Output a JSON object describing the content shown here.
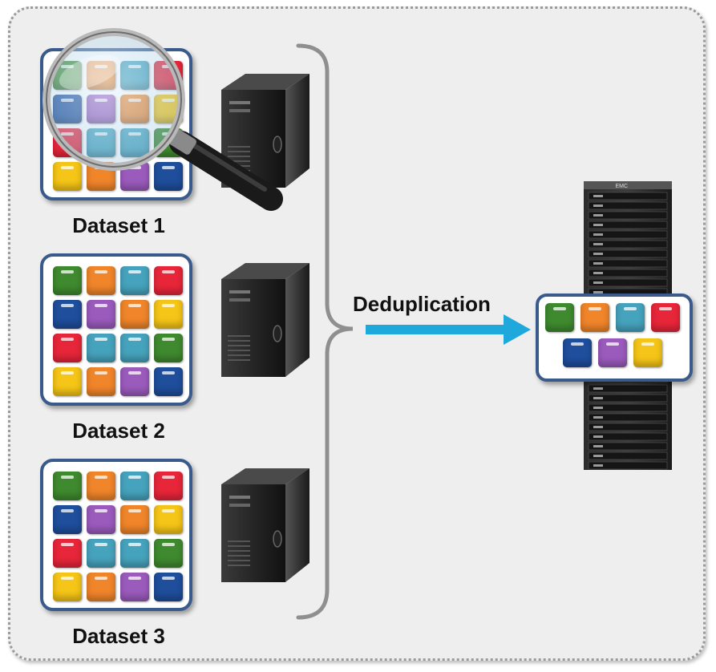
{
  "datasets": [
    {
      "label": "Dataset 1",
      "tiles": [
        "green",
        "orange",
        "teal",
        "red",
        "blue",
        "purple",
        "orange",
        "yellow",
        "red",
        "teal",
        "teal",
        "green",
        "yellow",
        "orange",
        "purple",
        "blue"
      ]
    },
    {
      "label": "Dataset 2",
      "tiles": [
        "green",
        "orange",
        "teal",
        "red",
        "blue",
        "purple",
        "orange",
        "yellow",
        "red",
        "teal",
        "teal",
        "green",
        "yellow",
        "orange",
        "purple",
        "blue"
      ]
    },
    {
      "label": "Dataset 3",
      "tiles": [
        "green",
        "orange",
        "teal",
        "red",
        "blue",
        "purple",
        "orange",
        "yellow",
        "red",
        "teal",
        "teal",
        "green",
        "yellow",
        "orange",
        "purple",
        "blue"
      ]
    }
  ],
  "process": {
    "label": "Deduplication"
  },
  "result": {
    "tiles": [
      "green",
      "orange",
      "teal",
      "red",
      "blue",
      "purple",
      "yellow"
    ]
  },
  "storage": {
    "brand": "EMC"
  },
  "colors": {
    "green": "#3f8a2f",
    "orange": "#f0852a",
    "teal": "#46a3bd",
    "red": "#e8263a",
    "blue": "#1f4e9c",
    "purple": "#9b5bbd",
    "yellow": "#f5c518",
    "arrow": "#1fa8dc",
    "card_border": "#3a5a8c"
  }
}
